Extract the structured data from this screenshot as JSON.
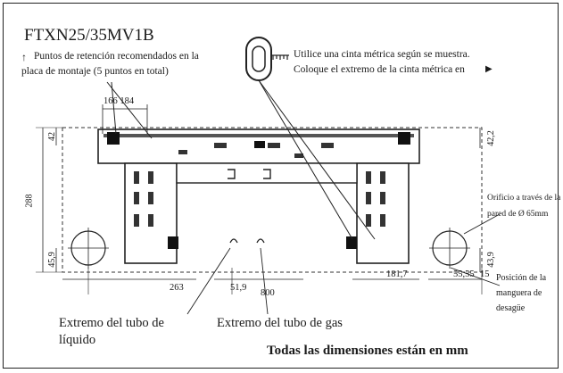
{
  "model": "FTXN25/35MV1B",
  "legend": {
    "arrow_symbol": "↑",
    "points_line1": "Puntos de retención recomendados en la",
    "points_line2": "placa de montaje (5 puntos en total)"
  },
  "tape_note": {
    "line1": "Utilice una cinta métrica según se muestra.",
    "line2": "Coloque el extremo de la cinta métrica en",
    "triangle": "▶"
  },
  "dimensions": {
    "top_left": "166 184",
    "left_height": "288",
    "left_top": "42",
    "left_bottom": "45,9",
    "right_top": "42,2",
    "right_bottom": "43,9",
    "bottom_263": "263",
    "bottom_51_9": "51,9",
    "bottom_800": "800",
    "bottom_181_7": "181,7",
    "bottom_55_55": "55,55",
    "bottom_15": "15"
  },
  "labels": {
    "hole_line1": "Orificio a través de la",
    "hole_line2": "pared de Ø 65mm",
    "drain_line1": "Posición de la",
    "drain_line2": "manguera de",
    "drain_line3": "desagüe",
    "liquid_line1": "Extremo del tubo de",
    "liquid_line2": "líquido",
    "gas": "Extremo del tubo de gas",
    "all_mm": "Todas las dimensiones están en mm"
  },
  "colors": {
    "ink": "#1a1a1a",
    "plate": "#2b2b2b"
  }
}
